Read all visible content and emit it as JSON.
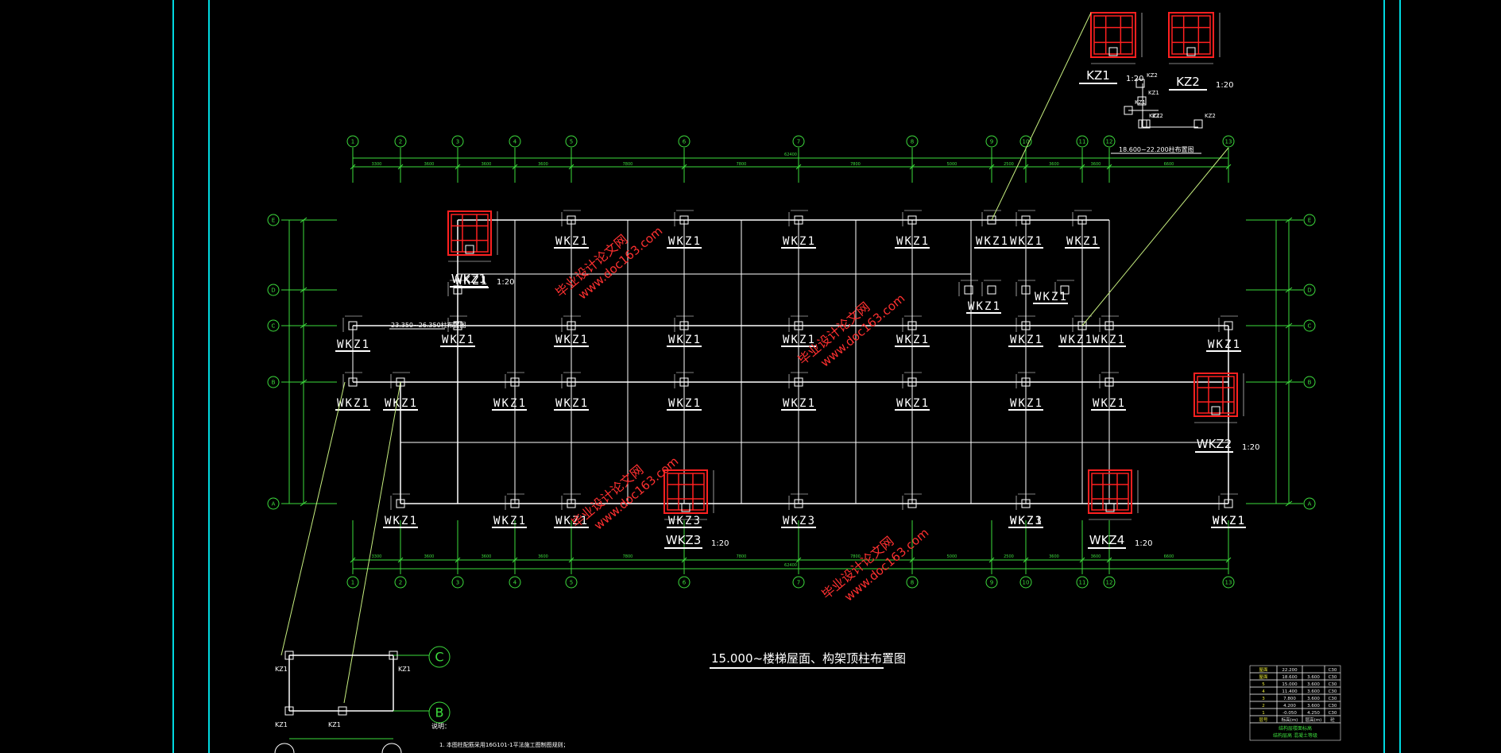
{
  "colors": {
    "background": "#000000",
    "grid_line": "#ffffff",
    "axis_bubble": "#3ddc3d",
    "border": "#00d8e0",
    "dimension": "#3ddc3d",
    "column_section": "#ff2020",
    "watermark": "#ff3030",
    "leader": "#c8f080"
  },
  "axes": {
    "numbered": [
      "1",
      "2",
      "3",
      "4",
      "5",
      "6",
      "7",
      "8",
      "9",
      "10",
      "11",
      "12",
      "13"
    ],
    "lettered": [
      "E",
      "D",
      "C",
      "B",
      "A"
    ]
  },
  "column_labels": [
    "WKZ1",
    "WKZ1",
    "WKZ1",
    "WKZ1",
    "WKZ1",
    "WKZ1",
    "WKZ1",
    "WKZ1",
    "WKZ1",
    "WKZ1",
    "WKZ1",
    "WKZ1",
    "WKZ1",
    "WKZ1",
    "WKZ1",
    "WKZ1",
    "WKZ1",
    "WKZ1",
    "WKZ1",
    "WKZ1",
    "WKZ1",
    "WKZ1",
    "WKZ1",
    "WKZ1",
    "WKZ1",
    "WKZ1",
    "WKZ1",
    "WKZ1",
    "WKZ1",
    "WKZ1",
    "WKZ1",
    "WKZ1",
    "WKZ1",
    "WKZ1",
    "WKZ3",
    "WKZ3",
    "WKZ3",
    "WKZ1"
  ],
  "sections": [
    {
      "label": "WKZ1",
      "scale": "1:20"
    },
    {
      "label": "WKZ3",
      "scale": "1:20"
    },
    {
      "label": "WKZ4",
      "scale": "1:20"
    },
    {
      "label": "WKZ2",
      "scale": "1:20"
    },
    {
      "label": "KZ1",
      "scale": "1:20"
    },
    {
      "label": "KZ2",
      "scale": "1:20"
    }
  ],
  "inset_top": {
    "tags": [
      "KZ2",
      "KZ1",
      "KZ1",
      "KZ1",
      "KZ2",
      "KZ2"
    ],
    "caption": "18.600~22.200柱布置图"
  },
  "inset_bottom": {
    "bubbles": [
      "C",
      "B"
    ],
    "tags": [
      "KZ1",
      "KZ1",
      "KZ1",
      "KZ1"
    ]
  },
  "level_note": "23.350~26.350柱布置图",
  "drawing_title": "15.000~楼梯屋面、构架顶柱布置图",
  "notes": {
    "heading": "说明：",
    "line1": "1. 本图柱配筋采用16G101-1平法施工图制图规则；"
  },
  "watermark_lines": [
    "毕业设计论文网",
    "www.doc163.com"
  ],
  "level_table": {
    "rows": [
      [
        "屋面",
        "22.200",
        "",
        "C30"
      ],
      [
        "屋面",
        "18.600",
        "3.600",
        "C30"
      ],
      [
        "5",
        "15.000",
        "3.600",
        "C30"
      ],
      [
        "4",
        "11.400",
        "3.600",
        "C30"
      ],
      [
        "3",
        "7.800",
        "3.600",
        "C30"
      ],
      [
        "2",
        "4.200",
        "3.600",
        "C30"
      ],
      [
        "1",
        "-0.050",
        "4.250",
        "C30"
      ],
      [
        "层号",
        "标高(m)",
        "层高(m)",
        "砼"
      ]
    ],
    "footer1": "结构层楼面标高",
    "footer2": "结构层高  混凝土等级"
  }
}
